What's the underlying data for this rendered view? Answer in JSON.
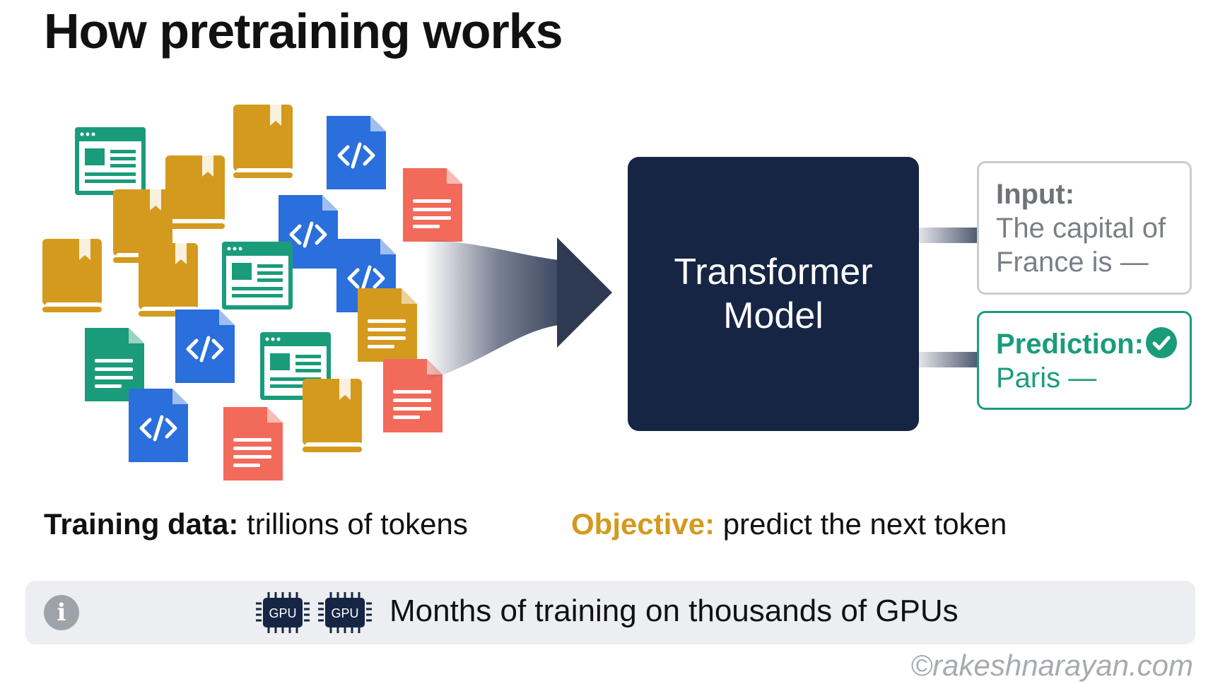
{
  "title": "How pretraining works",
  "model": {
    "line1": "Transformer",
    "line2": "Model"
  },
  "input_box": {
    "heading": "Input:",
    "text": "The capital of France is —"
  },
  "prediction_box": {
    "heading": "Prediction:",
    "text": "Paris —"
  },
  "captions": {
    "training_label": "Training data:",
    "training_text": " trillions of tokens",
    "objective_label": "Objective:",
    "objective_text": " predict the next token"
  },
  "info_bar": {
    "gpu_label": "GPU",
    "text": "Months of training on thousands of GPUs"
  },
  "watermark": "©rakeshnarayan.com",
  "colors": {
    "teal": "#1a9c7b",
    "gold": "#d49a1e",
    "blue": "#2a6fdb",
    "coral": "#f26a5a",
    "navy": "#172544"
  },
  "icons": {
    "documents": [
      "webpage-icon",
      "book-icon",
      "code-file-icon",
      "text-document-icon"
    ],
    "check": "check-circle-icon",
    "info": "info-icon",
    "gpu": "gpu-chip-icon"
  }
}
